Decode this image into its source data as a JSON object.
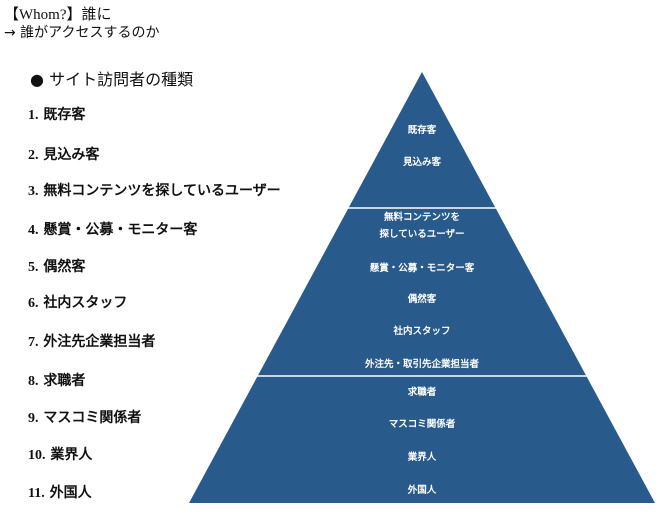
{
  "header": {
    "line1": "【Whom?】誰に",
    "line2": "→ 誰がアクセスするのか"
  },
  "section": {
    "bullet": "●",
    "title": "サイト訪問者の種類"
  },
  "items": [
    {
      "num": "1.",
      "label": "既存客"
    },
    {
      "num": "2.",
      "label": "見込み客"
    },
    {
      "num": "3.",
      "label": "無料コンテンツを探しているユーザー"
    },
    {
      "num": "4.",
      "label": "懸賞・公募・モニター客"
    },
    {
      "num": "5.",
      "label": "偶然客"
    },
    {
      "num": "6.",
      "label": "社内スタッフ"
    },
    {
      "num": "7.",
      "label": "外注先企業担当者"
    },
    {
      "num": "8.",
      "label": "求職者"
    },
    {
      "num": "9.",
      "label": "マスコミ関係者"
    },
    {
      "num": "10.",
      "label": "業界人"
    },
    {
      "num": "11.",
      "label": "外国人"
    }
  ],
  "pyramid": {
    "color": "#285a8c",
    "tier1": [
      "既存客",
      "見込み客"
    ],
    "tier2": [
      "無料コンテンツを",
      "探しているユーザー",
      "懸賞・公募・モニター客",
      "偶然客",
      "社内スタッフ",
      "外注先・取引先企業担当者"
    ],
    "tier3": [
      "求職者",
      "マスコミ関係者",
      "業界人",
      "外国人"
    ]
  }
}
